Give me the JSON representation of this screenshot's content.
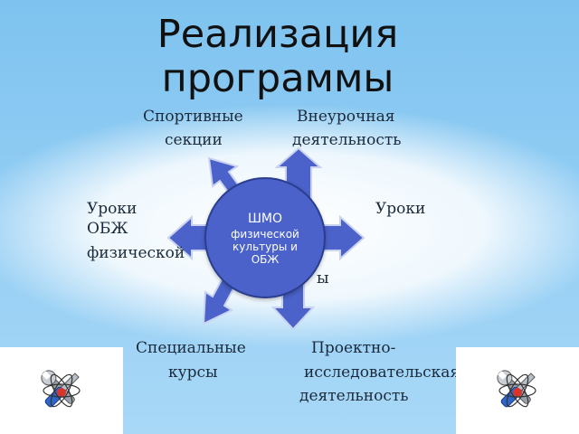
{
  "slide": {
    "title_line1": "Реализация",
    "title_line2": "программы"
  },
  "diagram": {
    "center": {
      "line1": "ШМО",
      "line2": "физической культуры и ОБЖ"
    },
    "labels": {
      "sport_1": "Спортивные",
      "sport_2": "секции",
      "extra_1": "Внеурочная",
      "extra_2": "деятельность",
      "obzh_left_1": "Уроки",
      "obzh_left_2": "ОБЖ",
      "phys_left": "физической",
      "right_1": "Уроки",
      "right_tail": "ы",
      "special_1": "Специальные",
      "special_2": "курсы",
      "project_1": "Проектно-",
      "project_2": "исследовательская",
      "project_3": "деятельность"
    },
    "colors": {
      "arrow_fill": "#4a62c9",
      "arrow_stroke": "#c9d3f0",
      "center_fill": "#4a62c9"
    }
  },
  "decor": {
    "left_icon": "tools-icon",
    "right_icon": "tools-icon"
  }
}
